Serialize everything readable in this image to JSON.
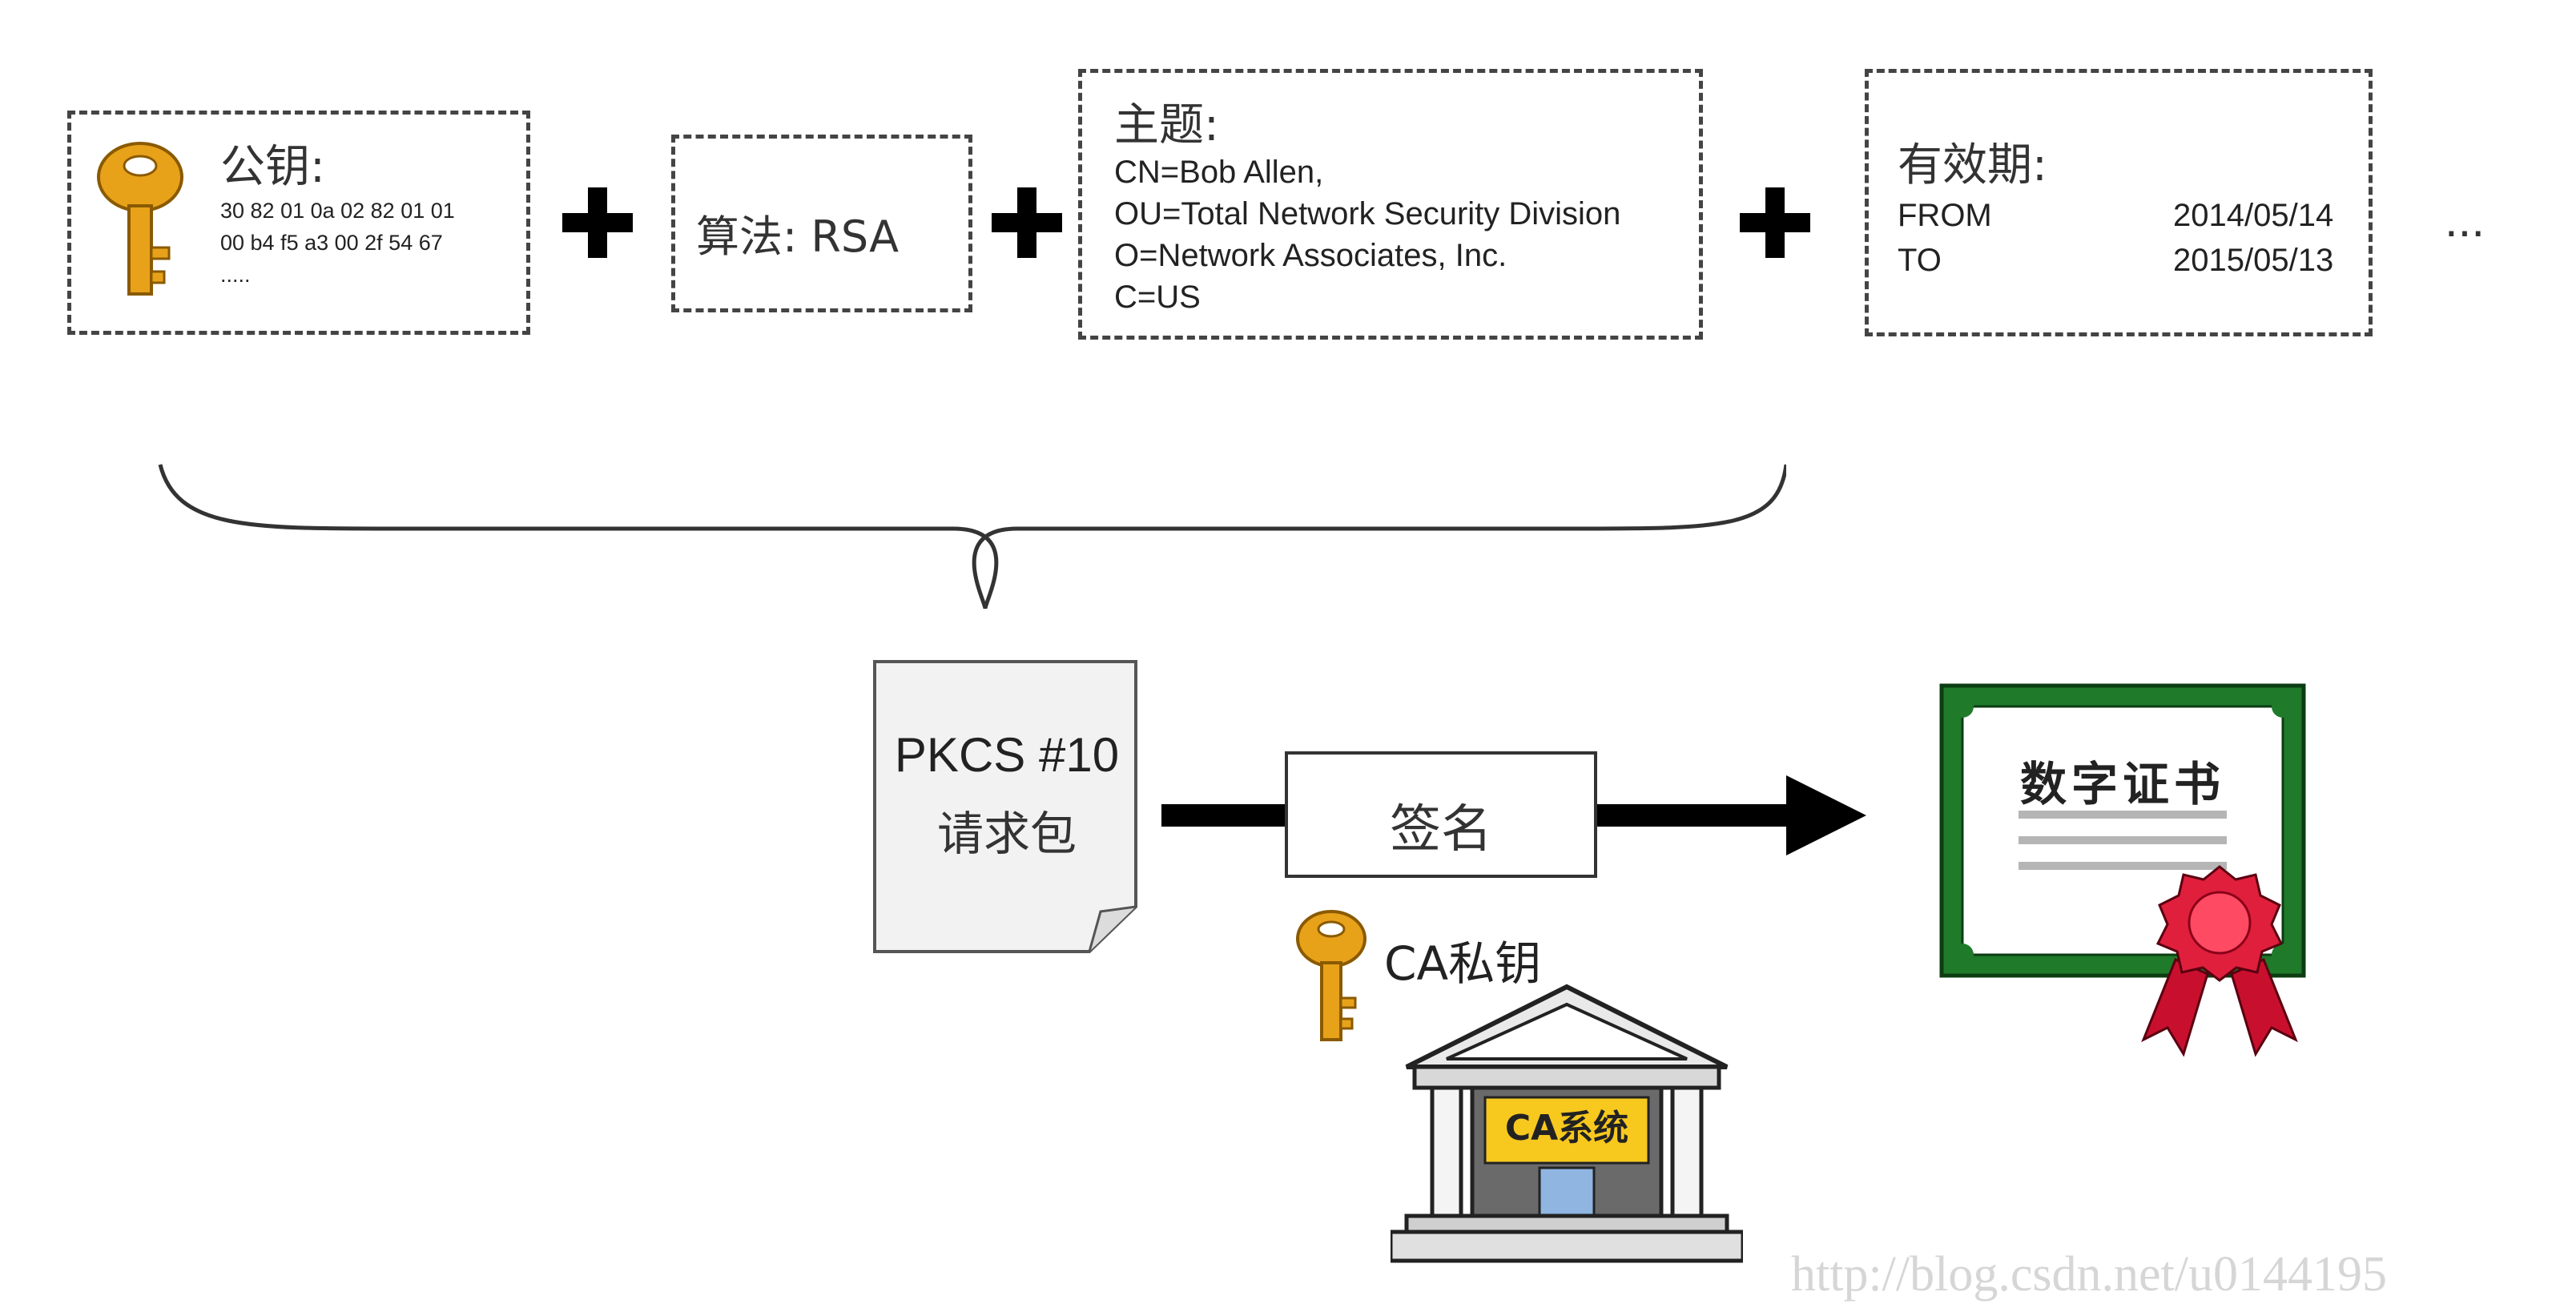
{
  "public_key": {
    "title": "公钥:",
    "lines": [
      "30 82 01 0a 02 82 01 01",
      "00 b4 f5 a3 00 2f 54 67",
      "....."
    ]
  },
  "algorithm": {
    "label": "算法: RSA"
  },
  "subject": {
    "title": "主题:",
    "lines": [
      "CN=Bob Allen,",
      "OU=Total Network Security Division",
      "O=Network Associates, Inc.",
      "C=US"
    ]
  },
  "validity": {
    "title": "有效期:",
    "from_label": "FROM",
    "from_value": "2014/05/14",
    "to_label": "TO",
    "to_value": "2015/05/13"
  },
  "ellipsis": "...",
  "request": {
    "line1": "PKCS #10",
    "line2": "请求包"
  },
  "sign": {
    "label": "签名"
  },
  "ca_key": {
    "label": "CA私钥"
  },
  "ca_system": {
    "label": "CA系统"
  },
  "certificate": {
    "title": "数字证书"
  },
  "watermark": "http://blog.csdn.net/u0144195",
  "colors": {
    "key_gold": "#e8a21a",
    "cert_green": "#1f7a2a",
    "seal_red": "#c8102e",
    "ca_yellow": "#f7c81e"
  }
}
